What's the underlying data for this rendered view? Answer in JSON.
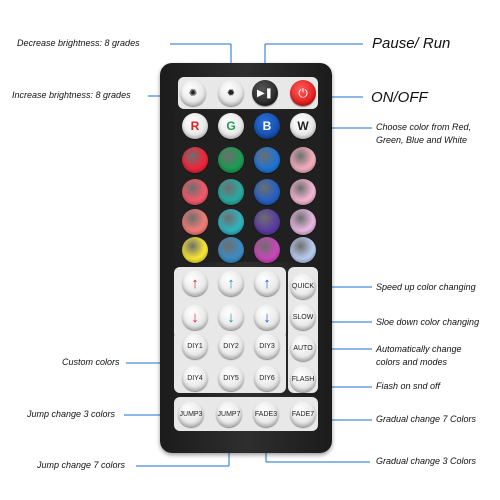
{
  "labels": {
    "decrease_brightness": "Decrease brightness: 8 grades",
    "increase_brightness": "Increase brightness: 8 grades",
    "pause_run": "Pause/ Run",
    "on_off": "ON/OFF",
    "choose_color": "Choose color from Red, Green, Blue and White",
    "speed_up": "Speed up color changing",
    "slow_down": "Sloe down color changing",
    "auto": "Automatically change colors and modes",
    "flash": "Fiash on snd off",
    "custom": "Custom colors",
    "jump3": "Jump change 3 colors",
    "jump7": "Jump change 7 colors",
    "fade7": "Gradual change 7 Colors",
    "fade3": "Gradual change 3 Colors"
  },
  "remote": {
    "color_letters": [
      "R",
      "G",
      "B",
      "W"
    ],
    "mode_buttons": [
      "QUICK",
      "SLOW",
      "AUTO",
      "FLASH"
    ],
    "diy_buttons": [
      "DIY1",
      "DIY2",
      "DIY3",
      "DIY4",
      "DIY5",
      "DIY6"
    ],
    "bottom_buttons": [
      "JUMP3",
      "JUMP7",
      "FADE3",
      "FADE7"
    ],
    "colors": {
      "top_row": [
        "#ffffff",
        "#ffffff",
        "#ffffff",
        "#ffffff"
      ],
      "row1": [
        "#f0243a",
        "#1c9b52",
        "#1e74d6",
        "#f4aebe"
      ],
      "row2": [
        "#f45a6a",
        "#29a9a2",
        "#2660c4",
        "#f4b6d2"
      ],
      "row3": [
        "#f37c76",
        "#2fb4c0",
        "#5a3ca0",
        "#e8b8e2"
      ],
      "row4": [
        "#f7e733",
        "#3c8cc4",
        "#c848b8",
        "#b8ccf0"
      ],
      "arrow_colors": [
        "#e02424",
        "#189a8a",
        "#1e5fd0"
      ]
    }
  }
}
